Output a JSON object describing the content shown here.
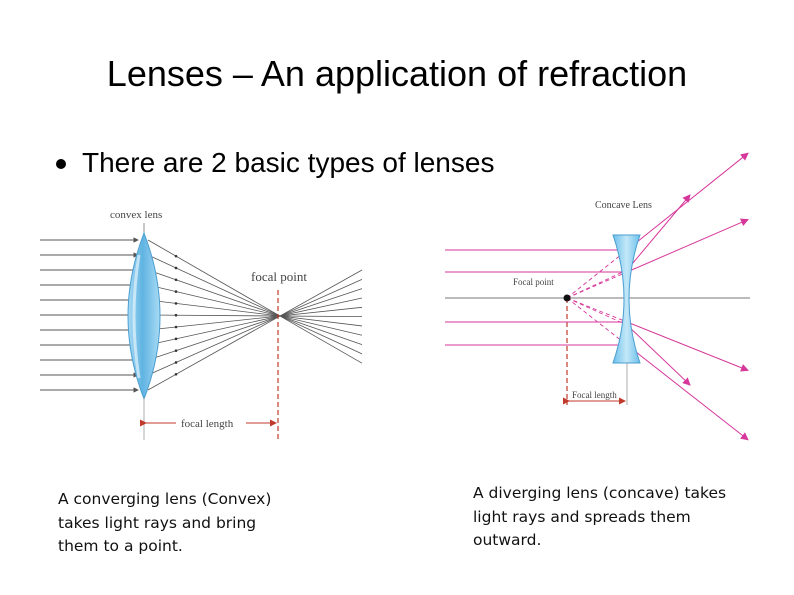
{
  "slide": {
    "title": "Lenses – An application of refraction",
    "bullet": "There are 2 basic types of lenses"
  },
  "convex": {
    "label": "convex lens",
    "focal_point_label": "focal point",
    "focal_length_label": "focal length",
    "caption": "A converging lens (Convex)\ntakes light rays and bring\nthem to a point.",
    "ray_count": 11,
    "colors": {
      "lens": "#7fc4ea",
      "ray": "#555555",
      "guide": "#c0392b"
    }
  },
  "concave": {
    "label": "Concave Lens",
    "focal_point_label": "Focal point",
    "focal_length_label": "Focal length",
    "caption": "A diverging lens (concave) takes\nlight rays and spreads them\noutward.",
    "colors": {
      "lens": "#8fd0ef",
      "ray": "#d6379a",
      "axis": "#777777",
      "guide": "#c0392b"
    }
  }
}
